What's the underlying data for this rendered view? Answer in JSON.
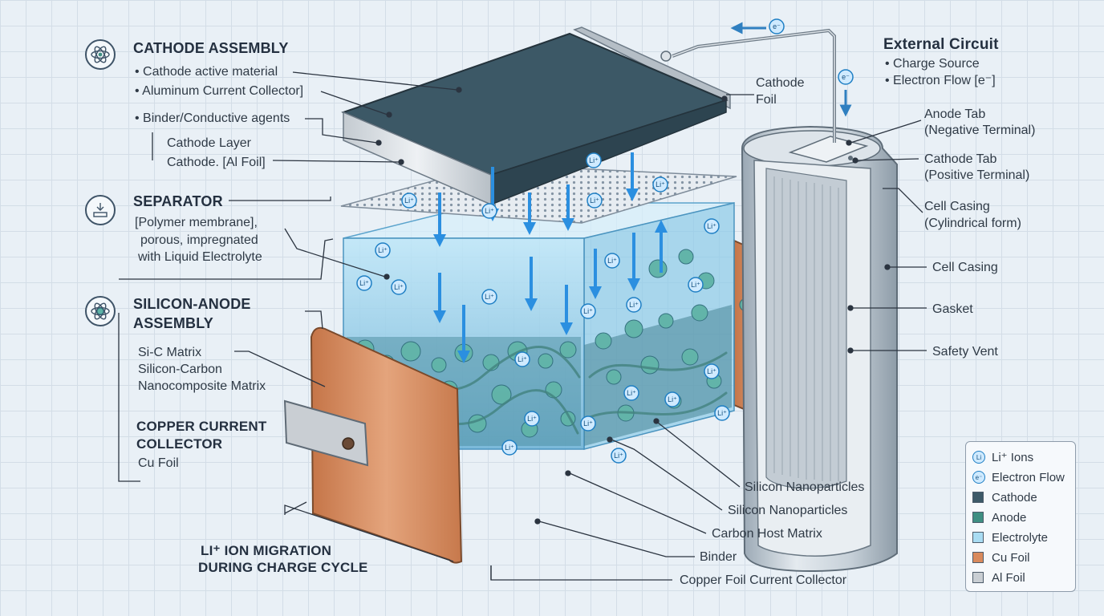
{
  "cathode_assembly": {
    "title": "CATHODE ASSEMBLY",
    "items": [
      "• Cathode active material",
      "• Aluminum Current Collector]",
      "• Binder/Conductive agents"
    ],
    "sub": [
      "Cathode Layer",
      "Cathode. [Al Foil]"
    ]
  },
  "separator": {
    "title": "SEPARATOR",
    "lines": [
      "[Polymer membrane],",
      "porous, impregnated",
      "with Liquid Electrolyte"
    ]
  },
  "anode_assembly": {
    "title_lines": [
      "SILICON-ANODE",
      "ASSEMBLY"
    ],
    "matrix_lines": [
      "Si-C Matrix",
      "Silicon-Carbon",
      "Nanocomposite Matrix"
    ],
    "copper_title_lines": [
      "COPPER CURRENT",
      "COLLECTOR"
    ],
    "copper_sub": "Cu Foil"
  },
  "migration_caption": [
    "LI⁺ ION MIGRATION",
    "DURING CHARGE CYCLE"
  ],
  "cathode_foil_label": [
    "Cathode",
    "Foil"
  ],
  "external_circuit": {
    "title": "External Circuit",
    "items": [
      "• Charge Source",
      "• Electron Flow [e⁻]"
    ]
  },
  "cell_labels": [
    [
      "Anode Tab",
      "(Negative Terminal)"
    ],
    [
      "Cathode Tab",
      "(Positive Terminal)"
    ],
    [
      "Cell Casing",
      "(Cylindrical form)"
    ],
    [
      "Cell Casing"
    ],
    [
      "Gasket"
    ],
    [
      "Safety Vent"
    ]
  ],
  "bottom_labels": [
    "Silicon Nanoparticles",
    "Silicon Nanoparticles",
    "Carbon Host Matrix",
    "Binder",
    "Copper Foil Current Collector"
  ],
  "ion_label": "Li⁺",
  "electron_label": "e⁻",
  "legend": [
    {
      "label": "Li⁺ Ions",
      "kind": "circle",
      "glyph": "Li"
    },
    {
      "label": "Electron Flow",
      "kind": "circle",
      "glyph": "e⁻"
    },
    {
      "label": "Cathode",
      "kind": "swatch",
      "color": "#3d5a68"
    },
    {
      "label": "Anode",
      "kind": "swatch",
      "color": "#3f8f82"
    },
    {
      "label": "Electrolyte",
      "kind": "swatch",
      "color": "#a9dcf2"
    },
    {
      "label": "Cu Foil",
      "kind": "swatch",
      "color": "#d98a5d"
    },
    {
      "label": "Al Foil",
      "kind": "swatch",
      "color": "#c9ced3"
    }
  ],
  "colors": {
    "cathode": "#3d5a68",
    "anode": "#3f8f82",
    "electrolyte": "#a9dcf2",
    "copper": "#d98a5d",
    "aluminum": "#c9ced3",
    "ion_arrow": "#2b8fe0",
    "casing": "#b8c3cc"
  }
}
